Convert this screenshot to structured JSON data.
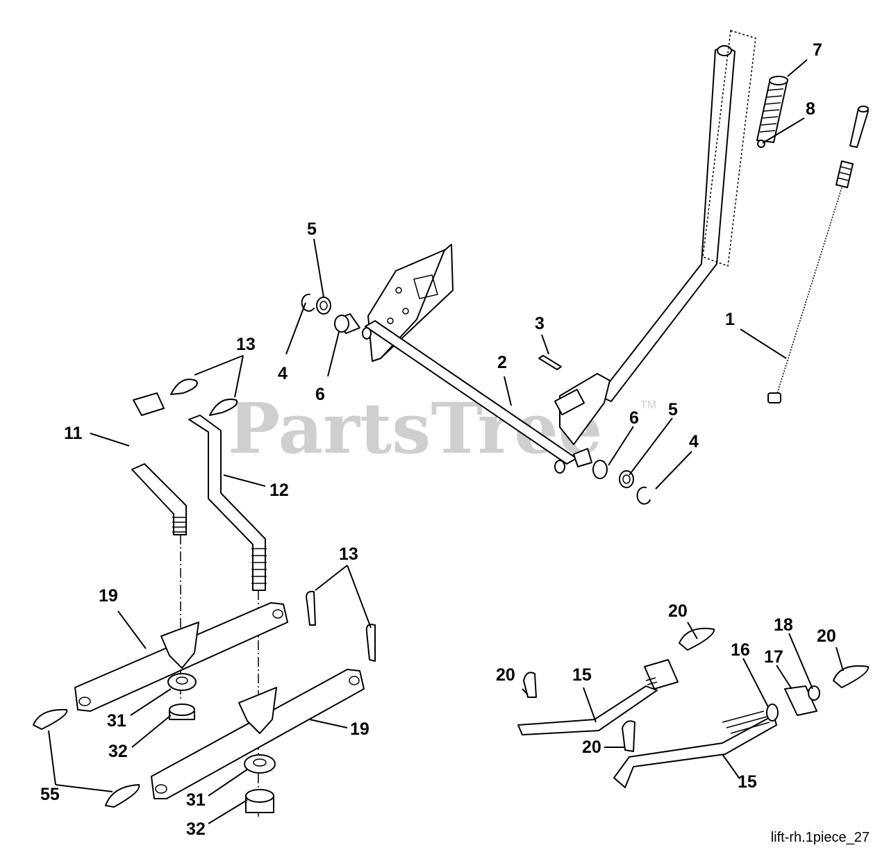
{
  "watermark": {
    "text": "PartsTree",
    "tm": "TM"
  },
  "footer_label": "lift-rh.1piece_27",
  "callouts": {
    "c1": "1",
    "c2": "2",
    "c3": "3",
    "c4a": "4",
    "c4b": "4",
    "c5a": "5",
    "c5b": "5",
    "c6a": "6",
    "c6b": "6",
    "c7": "7",
    "c8": "8",
    "c11": "11",
    "c12": "12",
    "c13a": "13",
    "c13b": "13",
    "c15a": "15",
    "c15b": "15",
    "c16": "16",
    "c17": "17",
    "c18": "18",
    "c19a": "19",
    "c19b": "19",
    "c20a": "20",
    "c20b": "20",
    "c20c": "20",
    "c20d": "20",
    "c31a": "31",
    "c31b": "31",
    "c32a": "32",
    "c32b": "32",
    "c55": "55"
  }
}
